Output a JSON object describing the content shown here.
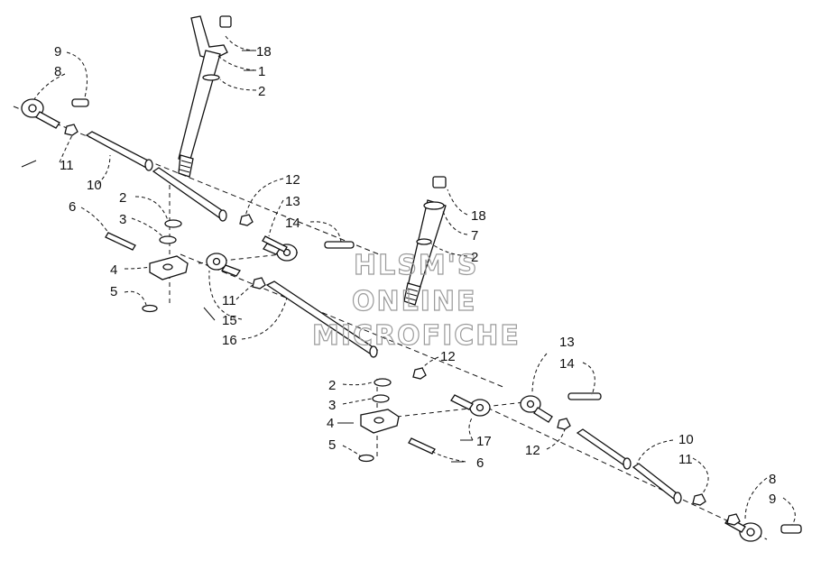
{
  "watermark": {
    "line1": "HLSM'S",
    "line2": "ONLINE",
    "line3": "MICROFICHE"
  },
  "callouts": [
    {
      "id": "c1",
      "text": "9"
    },
    {
      "id": "c2",
      "text": "8"
    },
    {
      "id": "c3",
      "text": "18"
    },
    {
      "id": "c4",
      "text": "1"
    },
    {
      "id": "c5",
      "text": "2"
    },
    {
      "id": "c6",
      "text": "11"
    },
    {
      "id": "c7",
      "text": "10"
    },
    {
      "id": "c8",
      "text": "12"
    },
    {
      "id": "c9",
      "text": "13"
    },
    {
      "id": "c10",
      "text": "14"
    },
    {
      "id": "c11",
      "text": "2"
    },
    {
      "id": "c12",
      "text": "6"
    },
    {
      "id": "c13",
      "text": "3"
    },
    {
      "id": "c14",
      "text": "18"
    },
    {
      "id": "c15",
      "text": "7"
    },
    {
      "id": "c16",
      "text": "2"
    },
    {
      "id": "c17",
      "text": "4"
    },
    {
      "id": "c18",
      "text": "5"
    },
    {
      "id": "c19",
      "text": "11"
    },
    {
      "id": "c20",
      "text": "15"
    },
    {
      "id": "c21",
      "text": "16"
    },
    {
      "id": "c22",
      "text": "12"
    },
    {
      "id": "c23",
      "text": "13"
    },
    {
      "id": "c24",
      "text": "14"
    },
    {
      "id": "c25",
      "text": "2"
    },
    {
      "id": "c26",
      "text": "3"
    },
    {
      "id": "c27",
      "text": "4"
    },
    {
      "id": "c28",
      "text": "17"
    },
    {
      "id": "c29",
      "text": "5"
    },
    {
      "id": "c30",
      "text": "6"
    },
    {
      "id": "c31",
      "text": "12"
    },
    {
      "id": "c32",
      "text": "10"
    },
    {
      "id": "c33",
      "text": "11"
    },
    {
      "id": "c34",
      "text": "8"
    },
    {
      "id": "c35",
      "text": "9"
    }
  ]
}
